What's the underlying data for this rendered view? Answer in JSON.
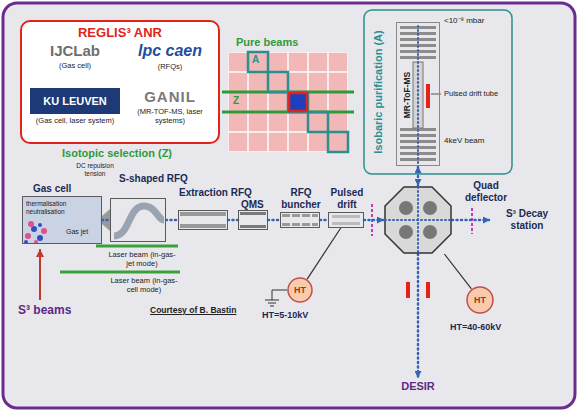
{
  "diagram": {
    "nodes": [
      {
        "text": [
          "REGLIS³ ANR"
        ]
      },
      {
        "text": [
          "IJCLab",
          "(Gas cell)"
        ],
        "in": 0
      },
      {
        "text": [
          "lpc caen",
          "(RFQs)"
        ],
        "in": 0
      },
      {
        "text": [
          "KU LEUVEN",
          "(Gas cell, laser system)"
        ],
        "in": 0
      },
      {
        "text": [
          "GANIL",
          "(MR-TOF-MS, laser systems)"
        ],
        "in": 0
      },
      {
        "text": [
          "Gas cell"
        ]
      },
      {
        "text": [
          "S-shaped RFQ"
        ]
      },
      {
        "text": [
          "Extraction RFQ"
        ]
      },
      {
        "text": [
          "QMS"
        ]
      },
      {
        "text": [
          "RFQ buncher"
        ]
      },
      {
        "text": [
          "Pulsed drift"
        ]
      },
      {
        "text": [
          "Quad deflector"
        ]
      },
      {
        "text": [
          "S³ Decay station"
        ]
      },
      {
        "text": [
          "DESIR"
        ]
      },
      {
        "text": [
          "MR-ToF-MS"
        ]
      },
      {
        "text": [
          "HT"
        ]
      },
      {
        "text": [
          "HT"
        ]
      }
    ],
    "edges": [
      {
        "from": 5,
        "to": 6,
        "arrow": "none"
      },
      {
        "from": 6,
        "to": 7,
        "arrow": "none"
      },
      {
        "from": 7,
        "to": 8,
        "arrow": "none"
      },
      {
        "from": 8,
        "to": 9,
        "arrow": "none"
      },
      {
        "from": 9,
        "to": 10,
        "arrow": "none"
      },
      {
        "from": 10,
        "to": 11,
        "arrow": "to"
      },
      {
        "from": 11,
        "to": 14,
        "arrow": "both"
      },
      {
        "from": 11,
        "to": 12,
        "arrow": "to"
      },
      {
        "from": 11,
        "to": 13,
        "arrow": "to"
      },
      {
        "from": 15,
        "to": 10,
        "arrow": "none"
      },
      {
        "from": 16,
        "to": 11,
        "arrow": "none"
      }
    ],
    "labels": [
      "Pure beams",
      "A",
      "Z",
      "Isobaric purification (A)",
      "<10⁻⁸ mbar",
      "Pulsed drift tube",
      "4keV beam",
      "Isotopic selection (Z)",
      "DC repulsion tension",
      "thermalisation",
      "neutralisation",
      "Gas jet",
      "Laser beam (in-gas-jet mode)",
      "Laser beam (in-gas-cell mode)",
      "S³ beams",
      "Courtesy of B. Bastin",
      "HT=5-10kV",
      "HT=40-60kV"
    ]
  }
}
